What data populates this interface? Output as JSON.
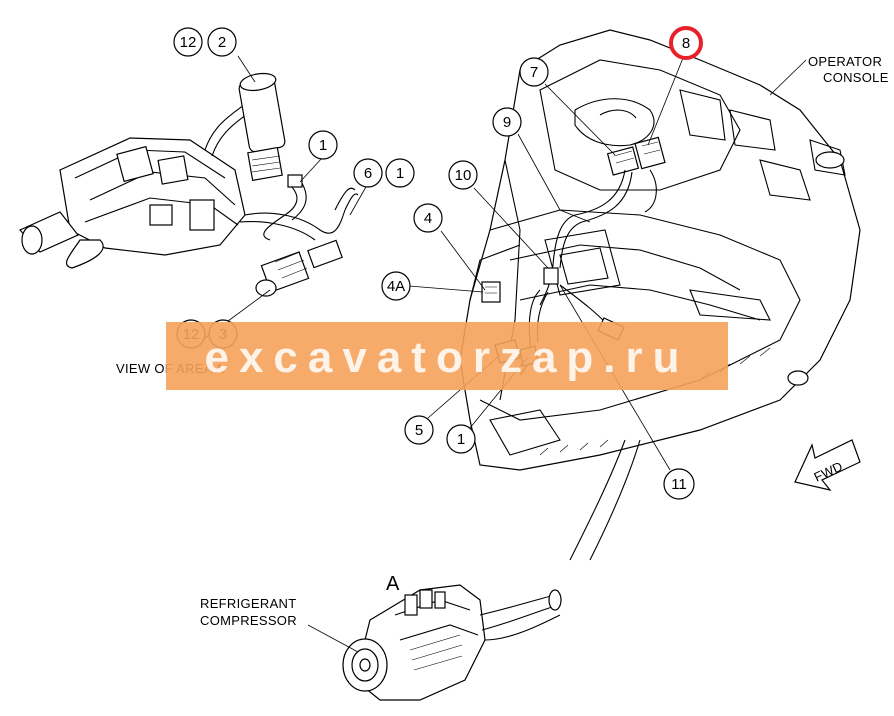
{
  "callouts": {
    "c12_top": "12",
    "c2": "2",
    "c1_top": "1",
    "c6": "6",
    "c1_mid": "1",
    "c4": "4",
    "c4a": "4A",
    "c12_bottom": "12",
    "c3": "3",
    "c5": "5",
    "c1_bottom": "1",
    "c7": "7",
    "c8": "8",
    "c9": "9",
    "c10": "10",
    "c11": "11"
  },
  "labels": {
    "operator_console_line1": "OPERATOR",
    "operator_console_line2": "CONSOLE",
    "view_of_area": "VIEW OF AREA A",
    "refrigerant_line1": "REFRIGERANT",
    "refrigerant_line2": "COMPRESSOR",
    "area_letter": "A",
    "fwd": "FWD"
  },
  "watermark": {
    "text": "excavatorzap.ru",
    "color": "#f5a25a"
  },
  "highlight_color": "#e8202a"
}
